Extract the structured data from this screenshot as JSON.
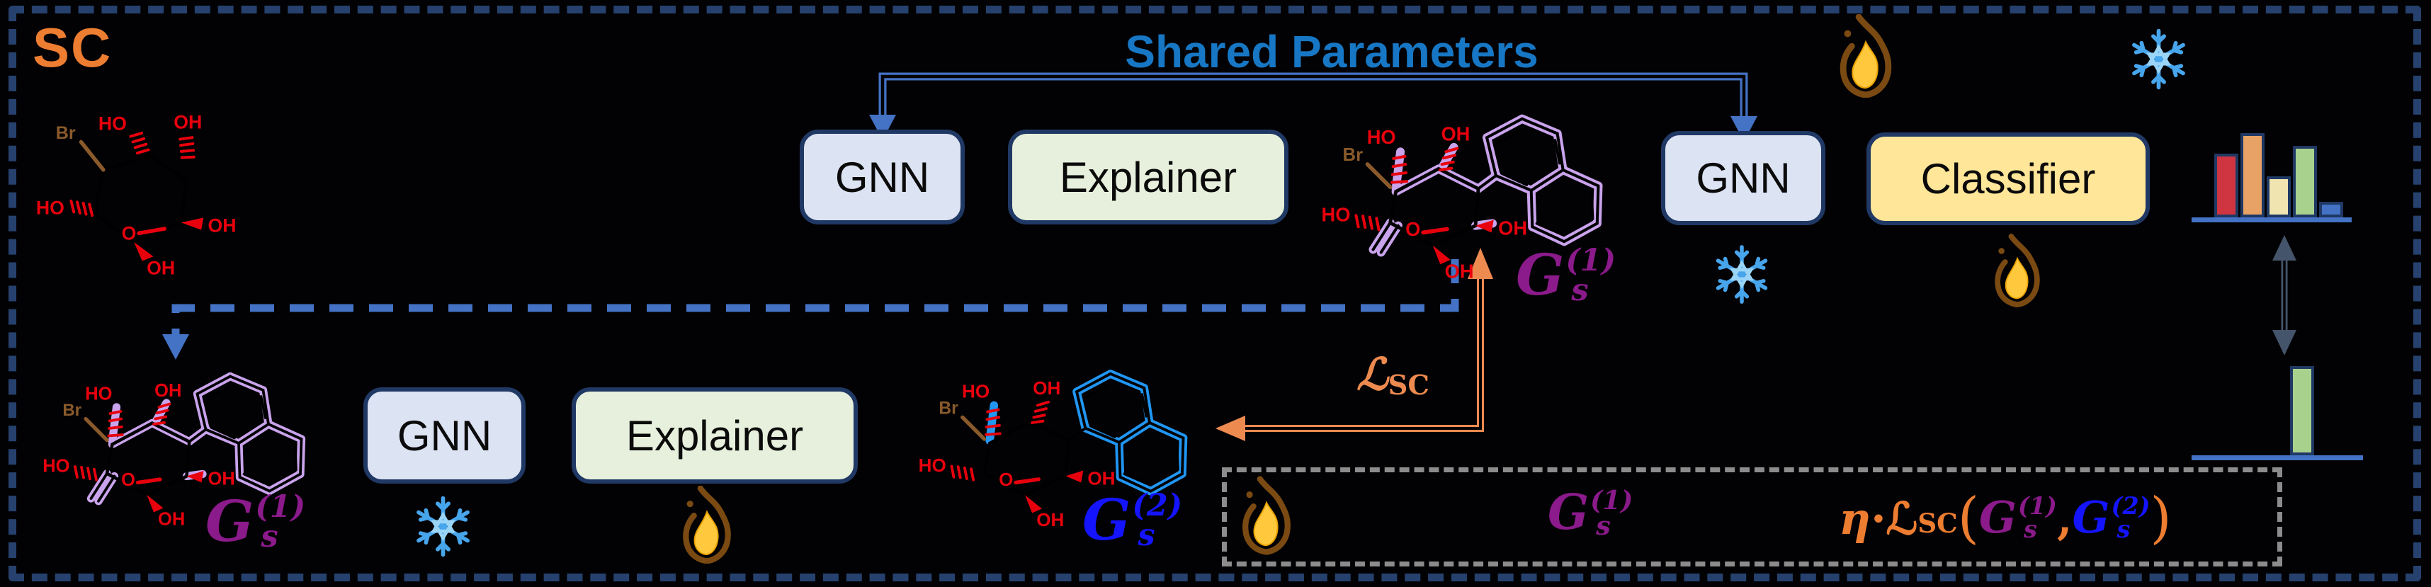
{
  "frame": {
    "tag": "SC"
  },
  "header": {
    "shared_parameters": "Shared Parameters"
  },
  "boxes": {
    "gnn": "GNN",
    "explainer": "Explainer",
    "classifier": "Classifier"
  },
  "math": {
    "g1": {
      "base": "G",
      "sub": "s",
      "sup": "(1)"
    },
    "g2": {
      "base": "G",
      "sub": "s",
      "sup": "(2)"
    },
    "loss_sc": {
      "l": "ℒ",
      "sub": "SC"
    },
    "objective": {
      "eta": "η",
      "dot": " · ",
      "open": "(",
      "comma": ", ",
      "close": ")"
    }
  },
  "molecule_labels": {
    "br": "Br",
    "ho": "HO",
    "oh": "OH",
    "o": "O"
  },
  "icons": {
    "trainable": "fire-icon",
    "frozen": "snowflake-icon"
  },
  "colors": {
    "accent_orange": "#ED7D31",
    "shared_blue": "#1777C4",
    "connector_blue": "#4472C4",
    "loss_orange": "#ED8A50",
    "purple_graph": "#8B1A8B",
    "blue_graph": "#1414FF",
    "navy_border": "#203864",
    "highlight_lavender": "#C9A3EC",
    "highlight_blue": "#2196F3",
    "gnn_fill": "#DCE3F3",
    "explainer_fill": "#E6F0DC",
    "classifier_fill": "#FFE699"
  },
  "prediction_chart": {
    "type": "bar",
    "bars": [
      {
        "color": "#CF3540",
        "height": 90
      },
      {
        "color": "#E8A266",
        "height": 119
      },
      {
        "color": "#F0E5B1",
        "height": 58
      },
      {
        "color": "#A9D18E",
        "height": 101
      },
      {
        "color": "#4472C4",
        "height": 22
      }
    ]
  },
  "explanation_chart": {
    "type": "bar",
    "bars": [
      {
        "color": "#A9D18E",
        "height": 126
      }
    ]
  }
}
